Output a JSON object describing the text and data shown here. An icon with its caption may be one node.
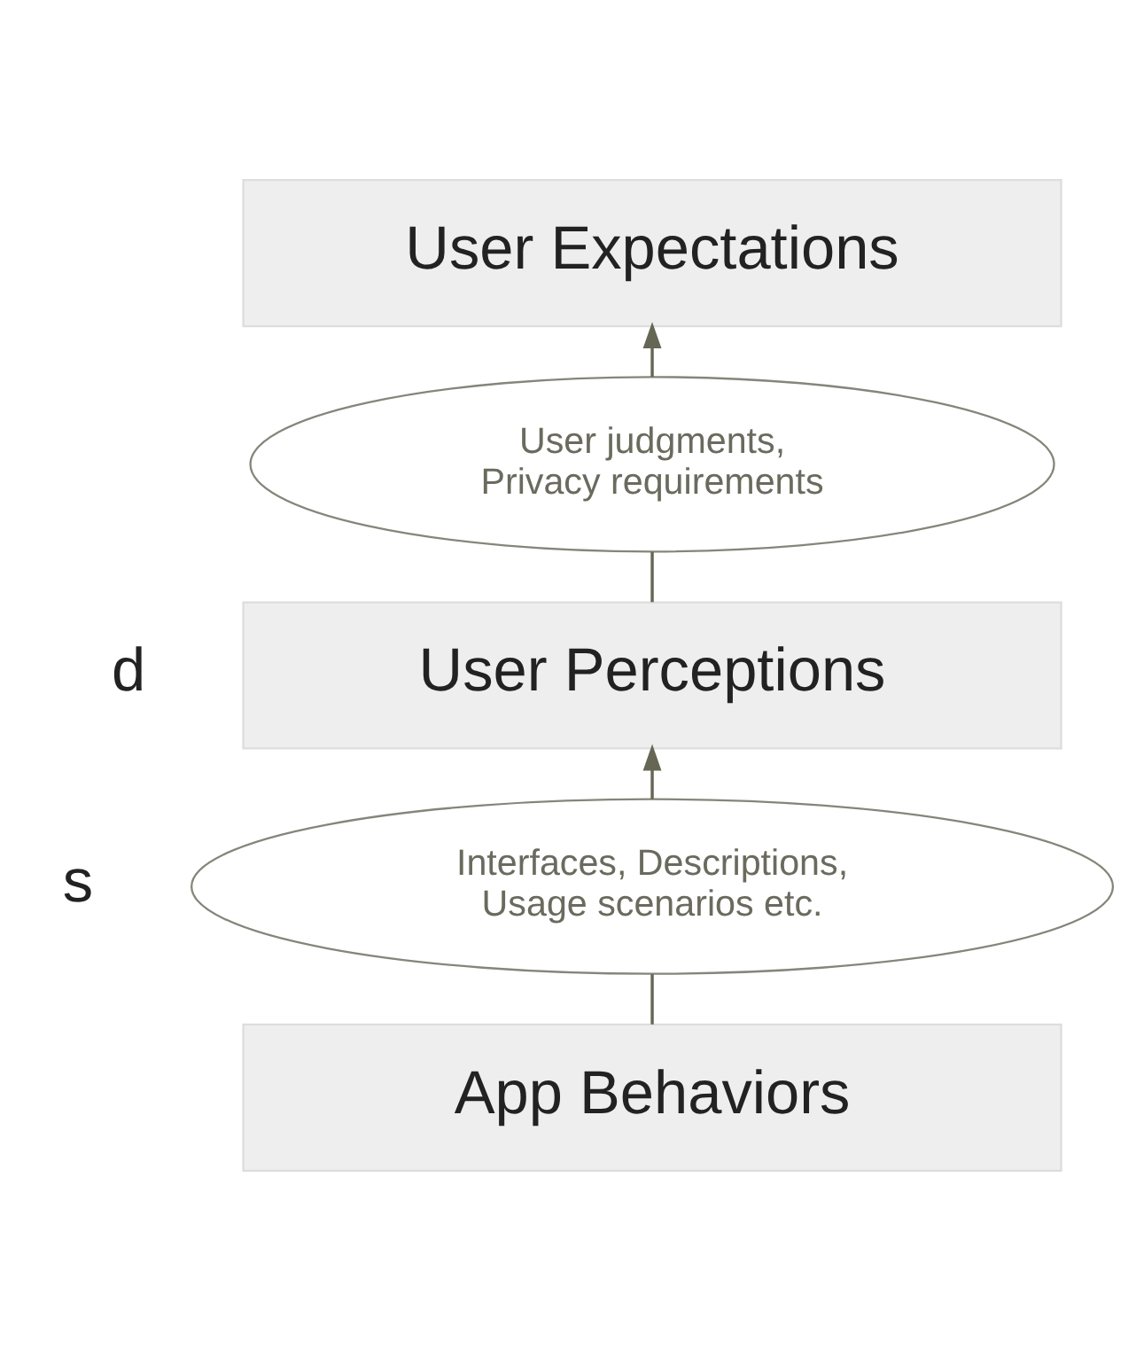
{
  "diagram": {
    "nodes": [
      {
        "text": [
          "User Expectations"
        ]
      },
      {
        "text": [
          "User judgments, Privacy requirements"
        ]
      },
      {
        "text": [
          "User Perceptions"
        ]
      },
      {
        "text": [
          "Interfaces, Descriptions, Usage scenarios etc."
        ]
      },
      {
        "text": [
          "App Behaviors"
        ]
      }
    ],
    "edges": [
      {
        "from": 4,
        "to": 3,
        "arrow": "none"
      },
      {
        "from": 3,
        "to": 2,
        "arrow": "to"
      },
      {
        "from": 2,
        "to": 1,
        "arrow": "none"
      },
      {
        "from": 1,
        "to": 0,
        "arrow": "to"
      }
    ],
    "labels": [
      "d",
      "s"
    ]
  }
}
